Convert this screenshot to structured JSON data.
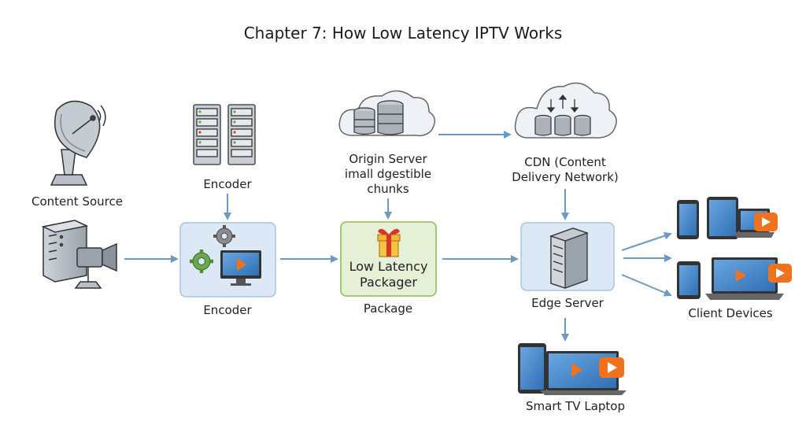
{
  "title": "Chapter 7: How Low Latency IPTV Works",
  "labels": {
    "content_source": "Content Source",
    "encoder_top": "Encoder",
    "encoder": "Encoder",
    "origin_line1": "Origin Server",
    "origin_line2": "imall dgestible",
    "origin_line3": "chunks",
    "cdn_line1": "CDN (Content",
    "cdn_line2": "Delivery Network)",
    "packager_line1": "Low Latency",
    "packager_line2": "Packager",
    "package": "Package",
    "edge_server": "Edge Server",
    "client_devices": "Client Devices",
    "smart_tv_laptop": "Smart TV Laptop"
  },
  "colors": {
    "arrow": "#6b9ac4",
    "box_blue_fill": "#dce8f5",
    "box_blue_stroke": "#a9c3e0",
    "box_green_fill": "#e6f0d6",
    "box_green_stroke": "#9cc26a",
    "play_orange": "#f0721f",
    "screen_blue": "#4a88c8",
    "gear": "#6a6a6a",
    "gear_green": "#5a9a3a"
  },
  "icons": [
    "satellite-dish-icon",
    "camera-server-icon",
    "server-rack-icon",
    "origin-cloud-icon",
    "cdn-cloud-icon",
    "gear-icon",
    "monitor-icon",
    "gift-icon",
    "edge-server-icon",
    "tablet-icon",
    "phone-icon",
    "laptop-icon",
    "tv-icon",
    "play-icon"
  ]
}
